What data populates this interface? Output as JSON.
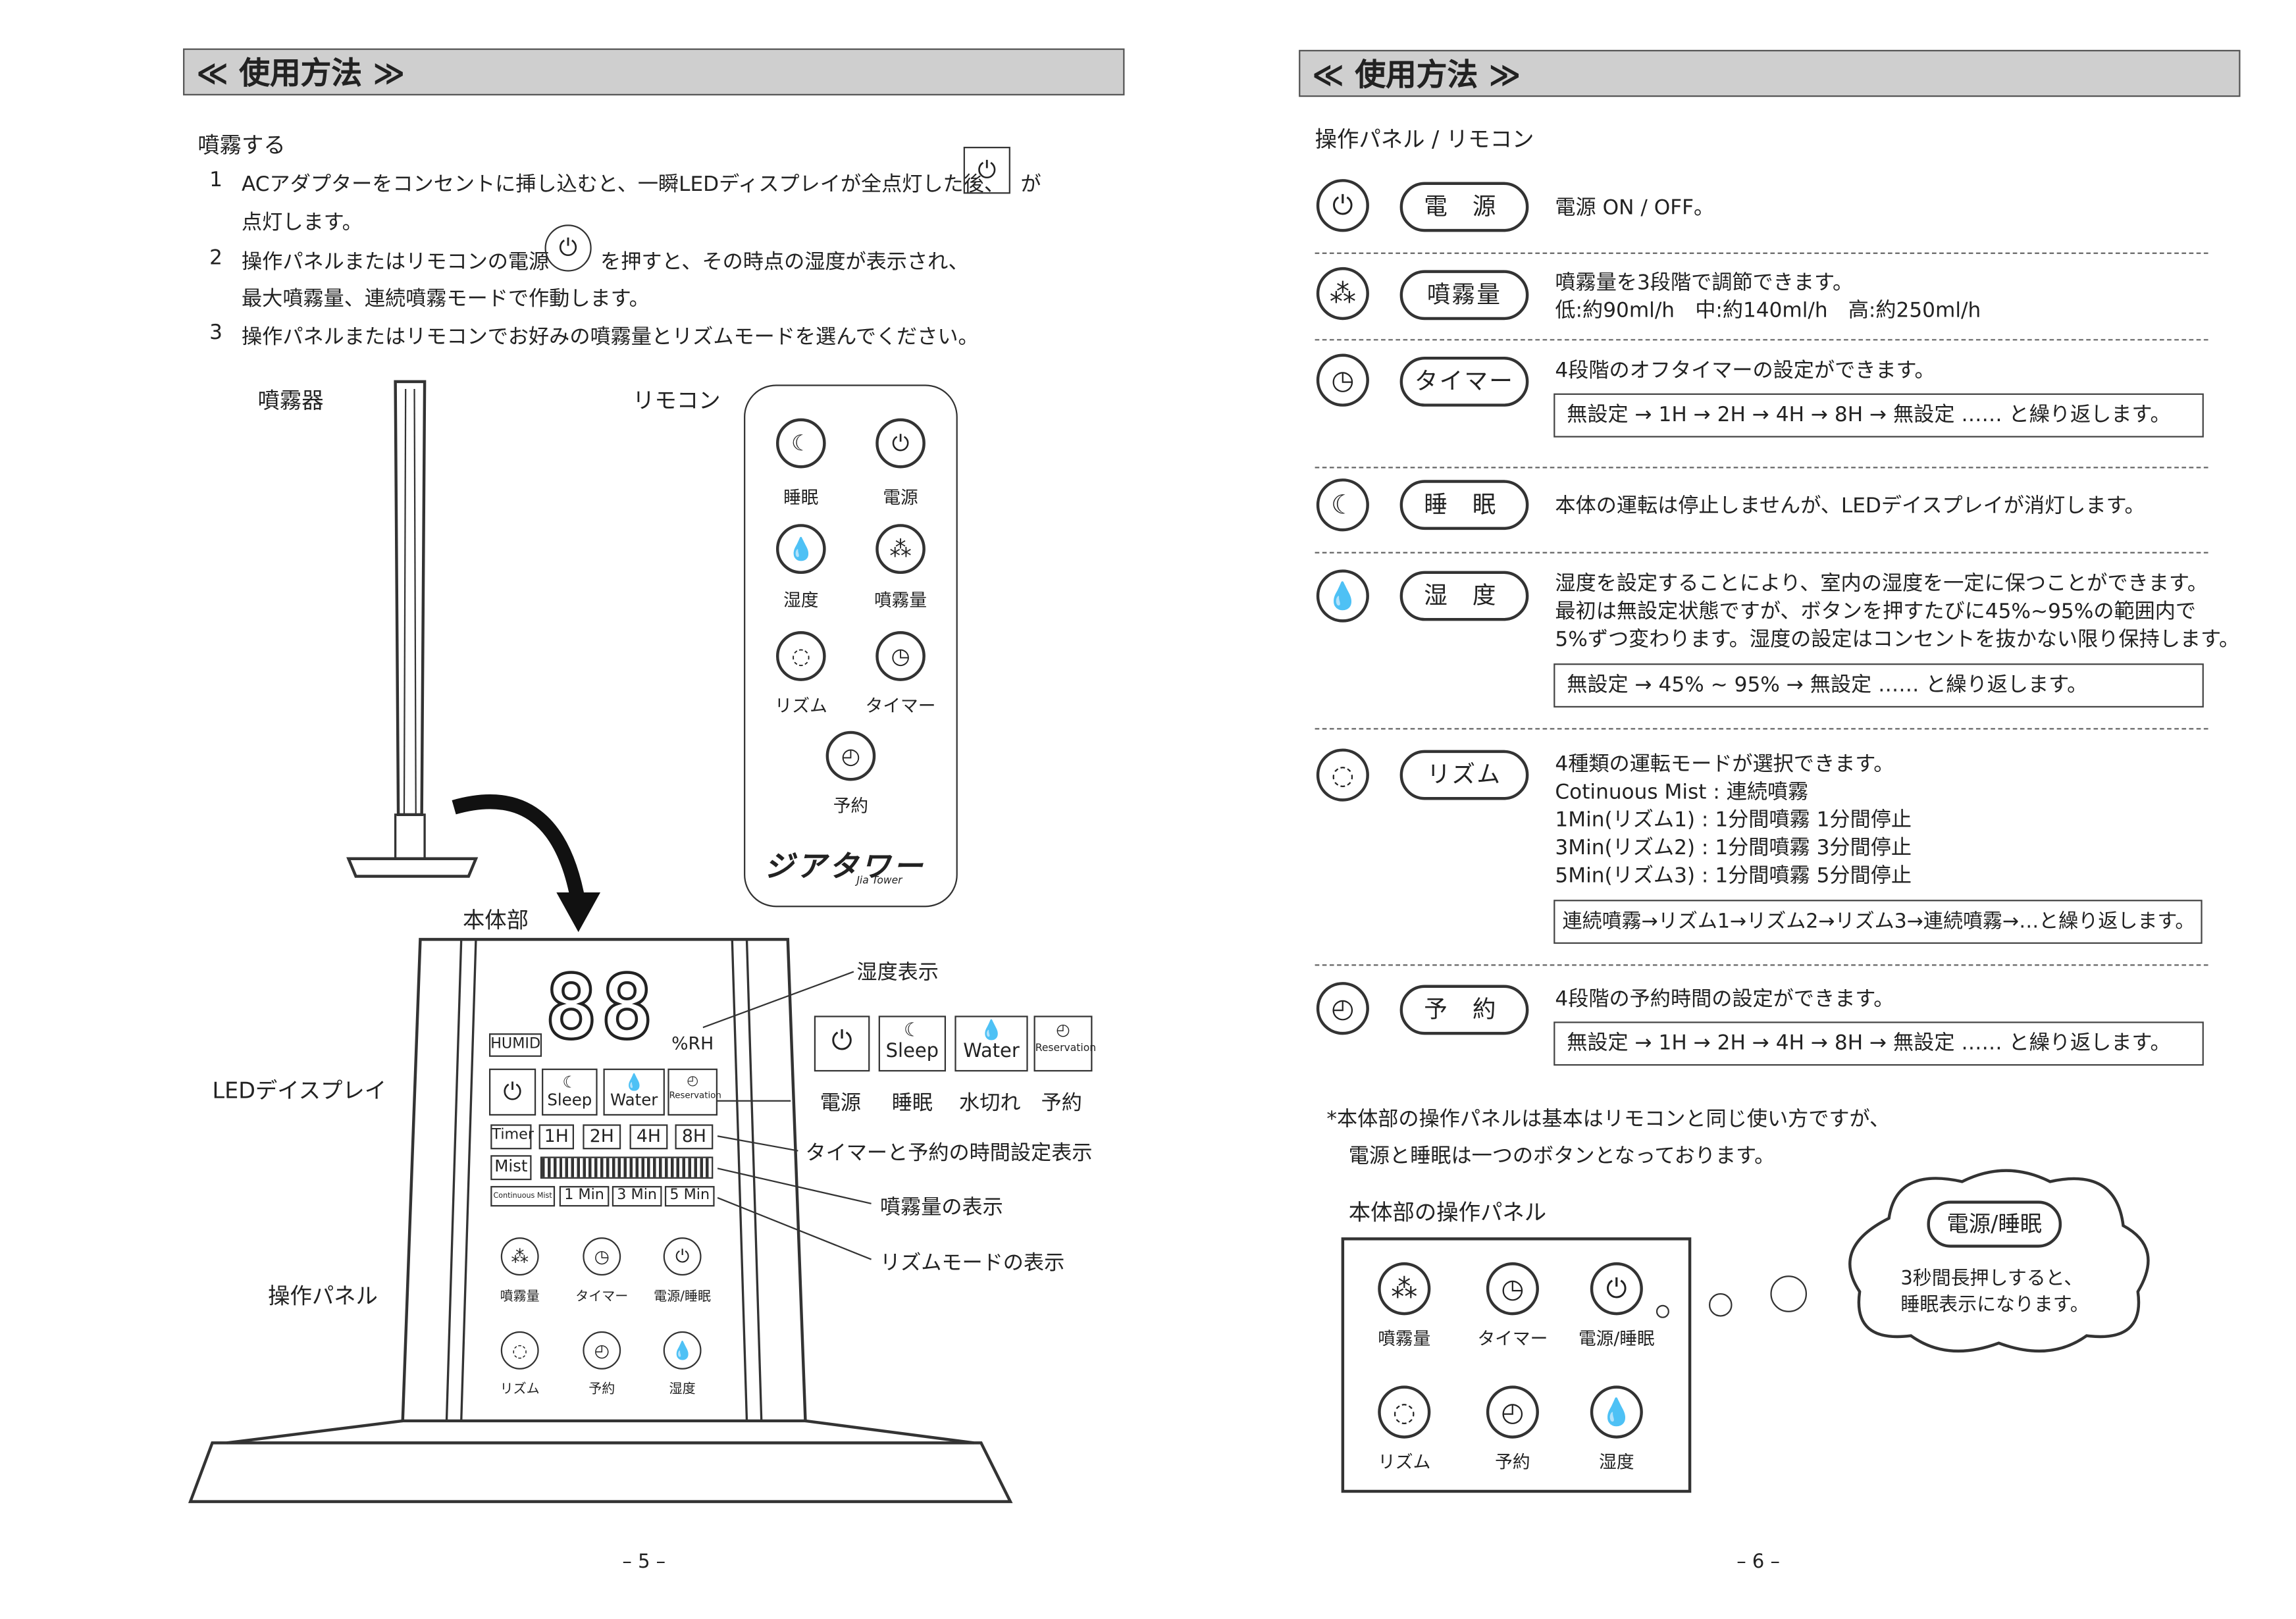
{
  "left": {
    "header": "≪ 使用方法 ≫",
    "section_title": "噴霧する",
    "steps": [
      {
        "num": "1",
        "text_a": "ACアダプターをコンセントに挿し込むと、一瞬LEDディスプレイが全点灯した後、",
        "text_b": "が",
        "text_c": "点灯します。"
      },
      {
        "num": "2",
        "text_a": "操作パネルまたはリモコンの電源",
        "text_b": "を押すと、その時点の湿度が表示され、",
        "text_c": "最大噴霧量、連続噴霧モードで作動します。"
      },
      {
        "num": "3",
        "text_a": "操作パネルまたはリモコンでお好みの噴霧量とリズムモードを選んでください。"
      }
    ],
    "label_sprayer": "噴霧器",
    "label_remote": "リモコン",
    "label_body": "本体部",
    "label_led": "LEDデイスプレイ",
    "label_panel": "操作パネル",
    "remote_buttons": [
      {
        "icon": "moon-icon",
        "label": "睡眠"
      },
      {
        "icon": "power-icon",
        "label": "電源"
      },
      {
        "icon": "humidity-icon",
        "label": "湿度"
      },
      {
        "icon": "spray-icon",
        "label": "噴霧量"
      },
      {
        "icon": "rhythm-icon",
        "label": "リズム"
      },
      {
        "icon": "timer-icon",
        "label": "タイマー"
      },
      {
        "icon": "reservation-icon",
        "label": "予約"
      }
    ],
    "remote_logo": "ジアタワー",
    "remote_logo_sub": "Jia Tower",
    "display": {
      "digits": "88",
      "humid": "HUMID",
      "rh": "%RH",
      "sleep": "Sleep",
      "water": "Water",
      "reservation": "Reservation",
      "timer": "Timer",
      "timer_values": [
        "1H",
        "2H",
        "4H",
        "8H"
      ],
      "mist": "Mist",
      "continuous": "Continuous Mist",
      "min_values": [
        "1 Min",
        "3 Min",
        "5 Min"
      ]
    },
    "panel_buttons": [
      {
        "icon": "spray-icon",
        "label": "噴霧量"
      },
      {
        "icon": "timer-icon",
        "label": "タイマー"
      },
      {
        "icon": "power-icon",
        "label": "電源/睡眠"
      },
      {
        "icon": "rhythm-icon",
        "label": "リズム"
      },
      {
        "icon": "reservation-icon",
        "label": "予約"
      },
      {
        "icon": "humidity-icon",
        "label": "湿度"
      }
    ],
    "callouts": {
      "humidity_display": "湿度表示",
      "icons_sleep": "Sleep",
      "icons_water": "Water",
      "icons_reservation": "Reservation",
      "cap_power": "電源",
      "cap_sleep": "睡眠",
      "cap_water": "水切れ",
      "cap_reservation": "予約",
      "timer_display": "タイマーと予約の時間設定表示",
      "mist_display": "噴霧量の表示",
      "rhythm_display": "リズムモードの表示"
    },
    "page_number": "– 5 –"
  },
  "right": {
    "header": "≪ 使用方法 ≫",
    "section_title": "操作パネル / リモコン",
    "rows": [
      {
        "icon": "power-icon",
        "label": "電 源",
        "lines": [
          "電源 ON / OFF。"
        ]
      },
      {
        "icon": "spray-icon",
        "label": "噴霧量",
        "lines": [
          "噴霧量を3段階で調節できます。",
          "低:約90ml/h　中:約140ml/h　高:約250ml/h"
        ]
      },
      {
        "icon": "timer-icon",
        "label": "タイマー",
        "lines": [
          "4段階のオフタイマーの設定ができます。"
        ],
        "box": "無設定 → 1H → 2H → 4H → 8H → 無設定 …… と繰り返します。"
      },
      {
        "icon": "moon-icon",
        "label": "睡 眠",
        "lines": [
          "本体の運転は停止しませんが、LEDデイスプレイが消灯します。"
        ]
      },
      {
        "icon": "humidity-icon",
        "label": "湿 度",
        "lines": [
          "湿度を設定することにより、室内の湿度を一定に保つことができます。",
          "最初は無設定状態ですが、ボタンを押すたびに45%~95%の範囲内で",
          "5%ずつ変わります。湿度の設定はコンセントを抜かない限り保持します。"
        ],
        "box": "無設定 → 45% ~ 95% → 無設定 …… と繰り返します。"
      },
      {
        "icon": "rhythm-icon",
        "label": "リズム",
        "lines": [
          "4種類の運転モードが選択できます。",
          "Cotinuous Mist : 連続噴霧",
          "1Min(リズム1) : 1分間噴霧 1分間停止",
          "3Min(リズム2) : 1分間噴霧 3分間停止",
          "5Min(リズム3) : 1分間噴霧 5分間停止"
        ],
        "box": "連続噴霧→リズム1→リズム2→リズム3→連続噴霧→…と繰り返します。"
      },
      {
        "icon": "reservation-icon",
        "label": "予 約",
        "lines": [
          "4段階の予約時間の設定ができます。"
        ],
        "box": "無設定 → 1H → 2H → 4H → 8H → 無設定 …… と繰り返します。"
      }
    ],
    "note_a": "*本体部の操作パネルは基本はリモコンと同じ使い方ですが、",
    "note_b": "電源と睡眠は一つのボタンとなっております。",
    "panel_title": "本体部の操作パネル",
    "panel_buttons": [
      {
        "icon": "spray-icon",
        "label": "噴霧量"
      },
      {
        "icon": "timer-icon",
        "label": "タイマー"
      },
      {
        "icon": "power-icon",
        "label": "電源/睡眠"
      },
      {
        "icon": "rhythm-icon",
        "label": "リズム"
      },
      {
        "icon": "reservation-icon",
        "label": "予約"
      },
      {
        "icon": "humidity-icon",
        "label": "湿度"
      }
    ],
    "bubble_title": "電源/睡眠",
    "bubble_a": "3秒間長押しすると、",
    "bubble_b": "睡眠表示になります。",
    "page_number": "– 6 –"
  }
}
